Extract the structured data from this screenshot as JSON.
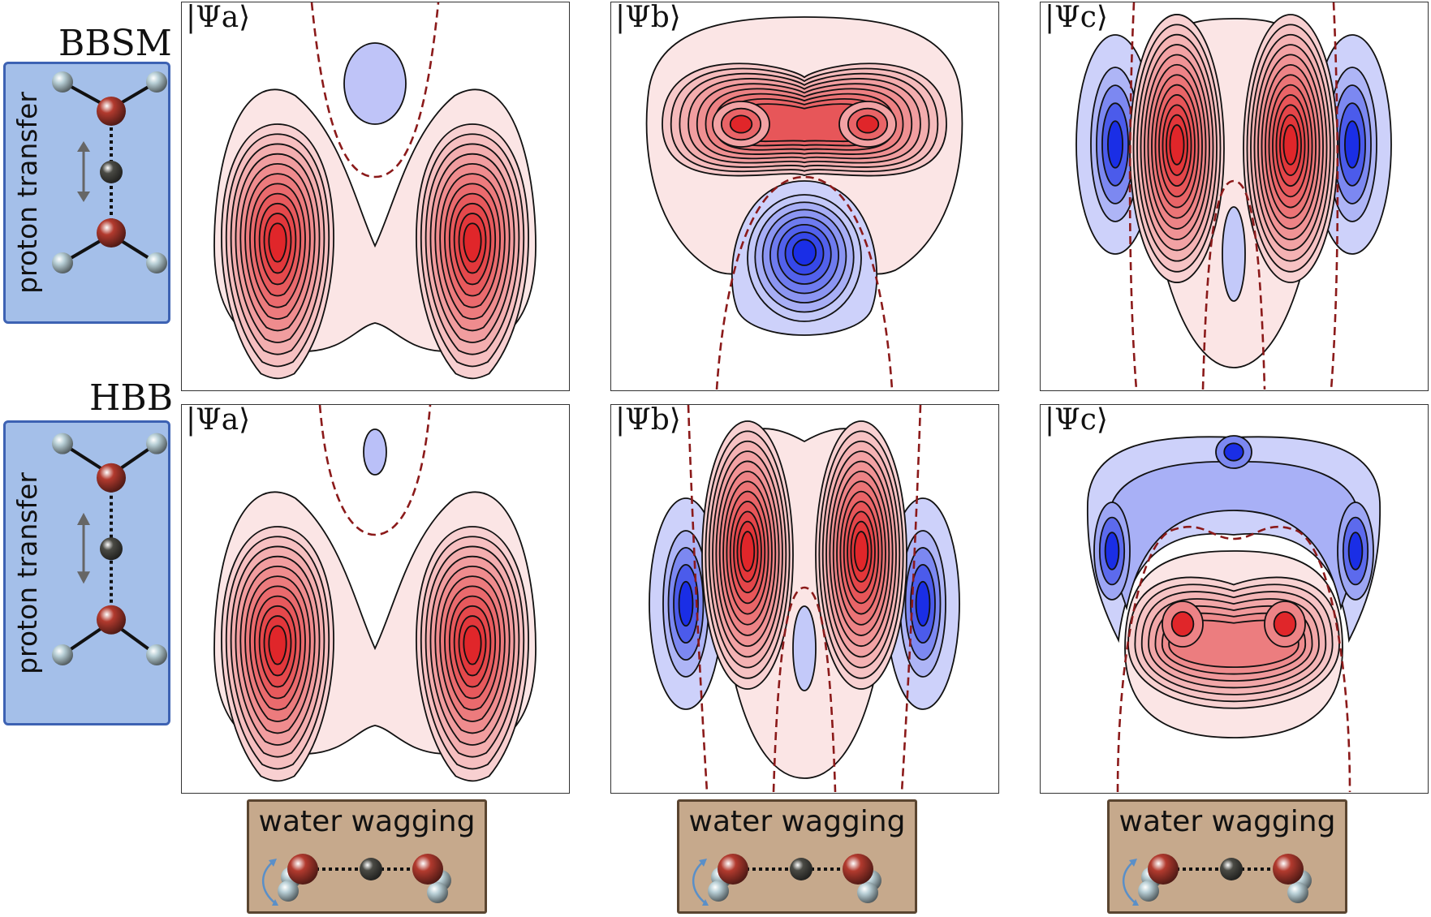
{
  "rows": [
    {
      "model_label": "BBSM",
      "side_caption": "proton transfer"
    },
    {
      "model_label": "HBB",
      "side_caption": "proton transfer"
    }
  ],
  "panels": [
    {
      "ket": "|Ψa⟩",
      "state": "a"
    },
    {
      "ket": "|Ψb⟩",
      "state": "b"
    },
    {
      "ket": "|Ψc⟩",
      "state": "c"
    },
    {
      "ket": "|Ψa⟩",
      "state": "a"
    },
    {
      "ket": "|Ψb⟩",
      "state": "b"
    },
    {
      "ket": "|Ψc⟩",
      "state": "c"
    }
  ],
  "bottom_boxes": [
    {
      "caption": "water wagging"
    },
    {
      "caption": "water wagging"
    },
    {
      "caption": "water wagging"
    }
  ],
  "colors": {
    "positive_lobe": "#e0262a",
    "negative_lobe": "#1a2ee6",
    "node_line": "#8b1a1a",
    "side_box_fill": "#a4bfe9",
    "side_box_border": "#3d62b3",
    "wag_box_fill": "#c6a98c",
    "oxygen": "#b23a2e",
    "hydrogen": "#b8cfd6",
    "shared_proton": "#4a4a44"
  }
}
